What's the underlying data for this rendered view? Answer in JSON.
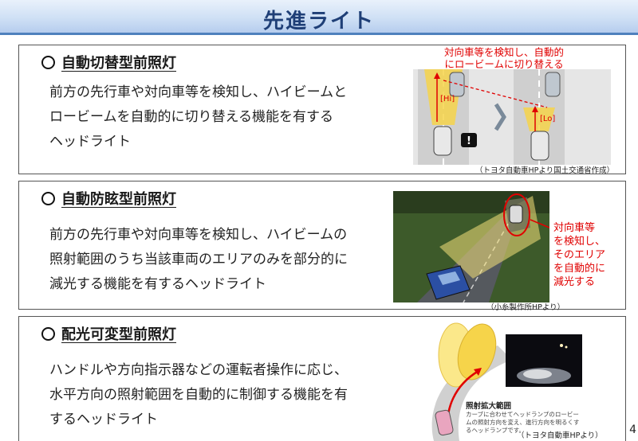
{
  "title": "先進ライト",
  "page_number": "4",
  "sections": [
    {
      "heading": "自動切替型前照灯",
      "lines": [
        "前方の先行車や対向車等を検知し、ハイビームと",
        "ロービームを自動的に切り替える機能を有する",
        "ヘッドライト"
      ],
      "illustration": {
        "annotation_lines": [
          "対向車等を検知し、自動的",
          "にロービームに切り替える"
        ],
        "beam_high": "[Hi]",
        "beam_low": "[Lo]",
        "caption": "（トヨタ自動車HPより国土交通省作成）"
      }
    },
    {
      "heading": "自動防眩型前照灯",
      "lines": [
        "前方の先行車や対向車等を検知し、ハイビームの",
        "照射範囲のうち当該車両のエリアのみを部分的に",
        "減光する機能を有するヘッドライト"
      ],
      "illustration": {
        "annotation_lines": [
          "対向車等",
          "を検知し、",
          "そのエリア",
          "を自動的に",
          "減光する"
        ],
        "caption": "（小糸製作所HPより）"
      }
    },
    {
      "heading": "配光可変型前照灯",
      "lines": [
        "ハンドルや方向指示器などの運転者操作に応じ、",
        "水平方向の照射範囲を自動的に制御する機能を有",
        "するヘッドライト"
      ],
      "illustration": {
        "label_title": "照射拡大範囲",
        "label_lines": [
          "カーブに合わせてヘッドランプのロービー",
          "ムの照射方向を変え、進行方向を明るくす",
          "るヘッドランプです。"
        ],
        "caption": "（トヨタ自動車HPより）"
      }
    }
  ],
  "colors": {
    "title_text": "#1f3f77",
    "title_border": "#4f81bd",
    "annotation_red": "#e00000",
    "road_gray": "#d8d8d8",
    "beam_yellow": "#f6d44a",
    "night_green": "#3d5a2a"
  }
}
